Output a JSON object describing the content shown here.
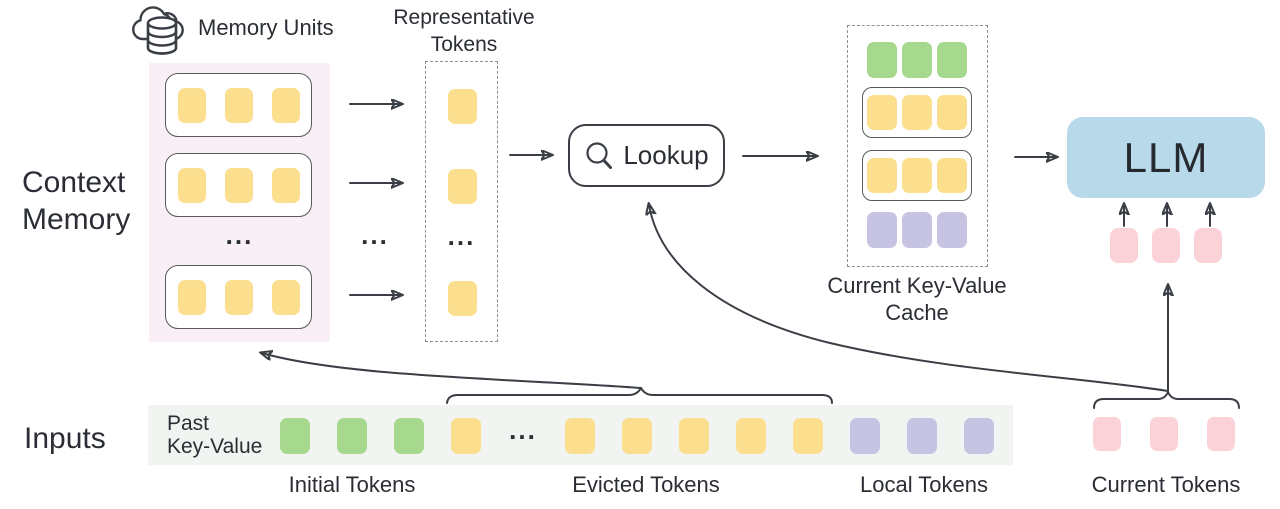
{
  "labels": {
    "memory_units": "Memory Units",
    "representative_tokens": "Representative\nTokens",
    "context_memory": "Context\nMemory",
    "inputs": "Inputs",
    "lookup": "Lookup",
    "current_kv_cache": "Current Key-Value\nCache",
    "llm": "LLM",
    "past_key_value": "Past\nKey-Value",
    "initial_tokens": "Initial Tokens",
    "evicted_tokens": "Evicted Tokens",
    "local_tokens": "Local Tokens",
    "current_tokens": "Current Tokens",
    "ellipsis": "..."
  },
  "colors": {
    "yellow": "#FBDE8E",
    "green": "#A6D88E",
    "purple": "#C6C3E3",
    "pink": "#FBD2D8",
    "blue": "#B7D9EA",
    "panel_bg": "#F9EFF7",
    "strip_bg": "#F2F4F2",
    "line": "#3A3F45",
    "ink": "#2A2E34",
    "card_border": "#5A5A5A",
    "dash": "#8F8F8F"
  },
  "tokens": {
    "memory_row": {
      "count": 3,
      "color": "yellow"
    },
    "rep_single": {
      "count": 1,
      "color": "yellow"
    },
    "cache_green": {
      "count": 3,
      "color": "green"
    },
    "cache_yellow": {
      "count": 3,
      "color": "yellow"
    },
    "cache_purple": {
      "count": 3,
      "color": "purple"
    },
    "llm_input": {
      "count": 3,
      "color": "pink"
    },
    "strip_initial": {
      "count": 3,
      "color": "green"
    },
    "strip_evicted_head": {
      "count": 1,
      "color": "yellow"
    },
    "strip_evicted_tail": {
      "count": 5,
      "color": "yellow"
    },
    "strip_local": {
      "count": 3,
      "color": "purple"
    },
    "current": {
      "count": 3,
      "color": "pink"
    }
  }
}
